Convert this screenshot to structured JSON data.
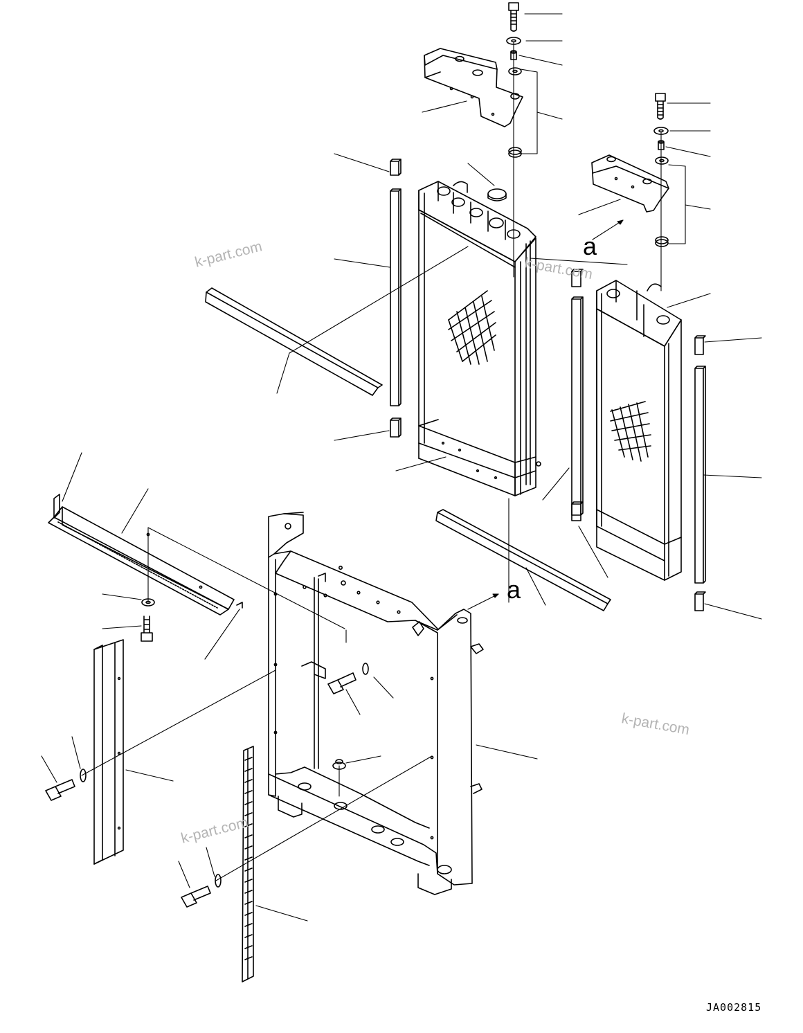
{
  "drawing_code": "JA002815",
  "view_callout": "a",
  "watermark": "k-part.com",
  "colors": {
    "line": "#000000",
    "paper": "#ffffff",
    "watermark": "#b4b4b4"
  },
  "parts": [
    "bolt-top-1",
    "washer-top-1",
    "bushing-top-1",
    "mount-cushion-1",
    "bracket-upper-1",
    "bolt-top-2",
    "washer-top-2",
    "bushing-top-2",
    "mount-cushion-2",
    "bracket-upper-2",
    "radiator",
    "oil-cooler",
    "radiator-cap",
    "seal-block",
    "seal-strip",
    "foam-seal-bar",
    "frame",
    "side-plate",
    "bracket-left",
    "bolt",
    "washer"
  ]
}
